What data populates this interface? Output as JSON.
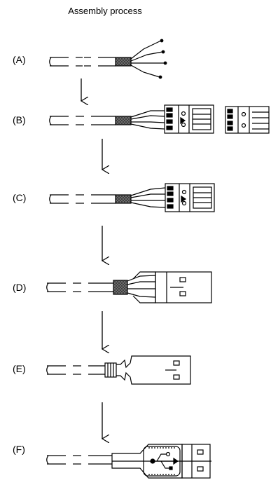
{
  "diagram": {
    "title": "Assembly process",
    "steps": [
      {
        "label": "(A)"
      },
      {
        "label": "(B)"
      },
      {
        "label": "(C)"
      },
      {
        "label": "(D)"
      },
      {
        "label": "(E)"
      },
      {
        "label": "(F)"
      }
    ]
  }
}
